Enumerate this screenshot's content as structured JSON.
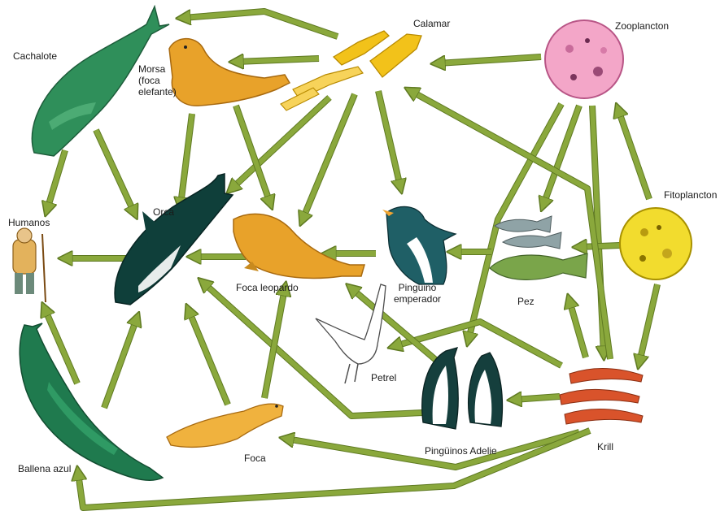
{
  "colors": {
    "arrow": "#8aa83c",
    "arrow_edge": "#5f7a22",
    "whale_green": "#2f8f5a",
    "orca_dark": "#0f3f3a",
    "seal_orange": "#e8a22a",
    "squid_yellow": "#f2c21a",
    "zooplankton": "#f3a6c8",
    "phytoplankton": "#f2dc2e",
    "krill": "#d9532b",
    "fish_green": "#7aa54a"
  },
  "labels": {
    "cachalote": "Cachalote",
    "morsa": "Morsa\n(foca\nelefante)",
    "calamar": "Calamar",
    "zooplancton": "Zooplancton",
    "fitoplancton": "Fitoplancton",
    "humanos": "Humanos",
    "orca": "Orca",
    "foca_leopardo": "Foca leopardo",
    "pinguino_emperador": "Pingüino\nemperador",
    "pez": "Pez",
    "petrel": "Petrel",
    "krill": "Krill",
    "pinguinos_adelie": "Pingüinos Adelie",
    "foca": "Foca",
    "ballena_azul": "Ballena azul"
  }
}
